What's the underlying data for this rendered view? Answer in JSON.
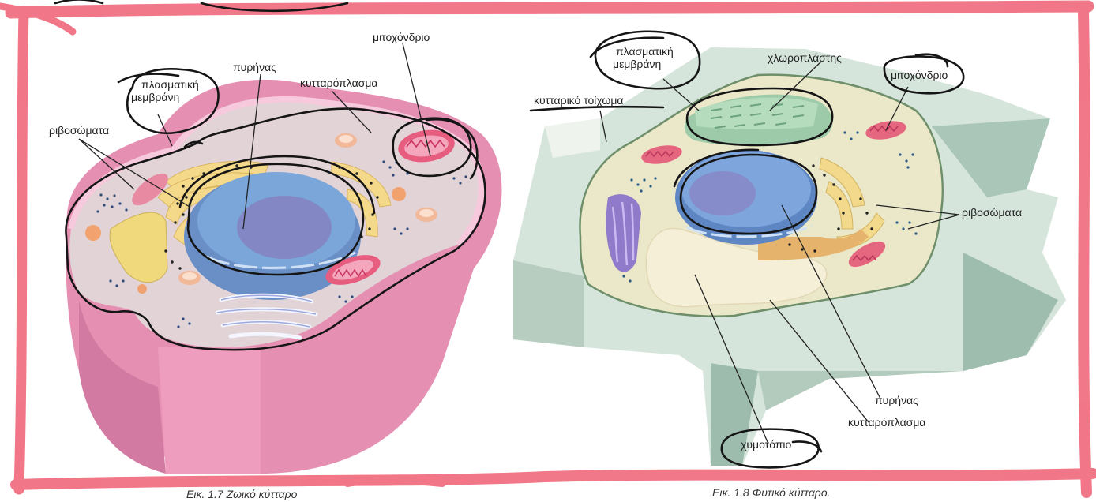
{
  "animal_cell": {
    "caption": "Εικ. 1.7 Ζωικό κύτταρο",
    "labels": {
      "mitochondrion": "μιτοχόνδριο",
      "nucleus": "πυρήνας",
      "cytoplasm": "κυτταρόπλασμα",
      "plasma_membrane_1": "πλασματική",
      "plasma_membrane_2": "μεμβράνη",
      "ribosomes": "ριβοσώματα"
    }
  },
  "plant_cell": {
    "caption": "Εικ. 1.8 Φυτικό κύτταρο.",
    "labels": {
      "plasma_membrane_1": "πλασματική",
      "plasma_membrane_2": "μεμβράνη",
      "chloroplast": "χλωροπλάστης",
      "mitochondrion": "μιτοχόνδριο",
      "cell_wall": "κυτταρικό τοίχωμα",
      "ribosomes": "ριβοσώματα",
      "nucleus": "πυρήνας",
      "cytoplasm": "κυτταρόπλασμα",
      "vacuole": "χυμοτόπιο"
    }
  },
  "colors": {
    "highlight_frame": "#ee5a6e",
    "ink": "#151515",
    "animal_membrane": "#f2b6cd",
    "plant_wall": "#cfe0d6"
  }
}
